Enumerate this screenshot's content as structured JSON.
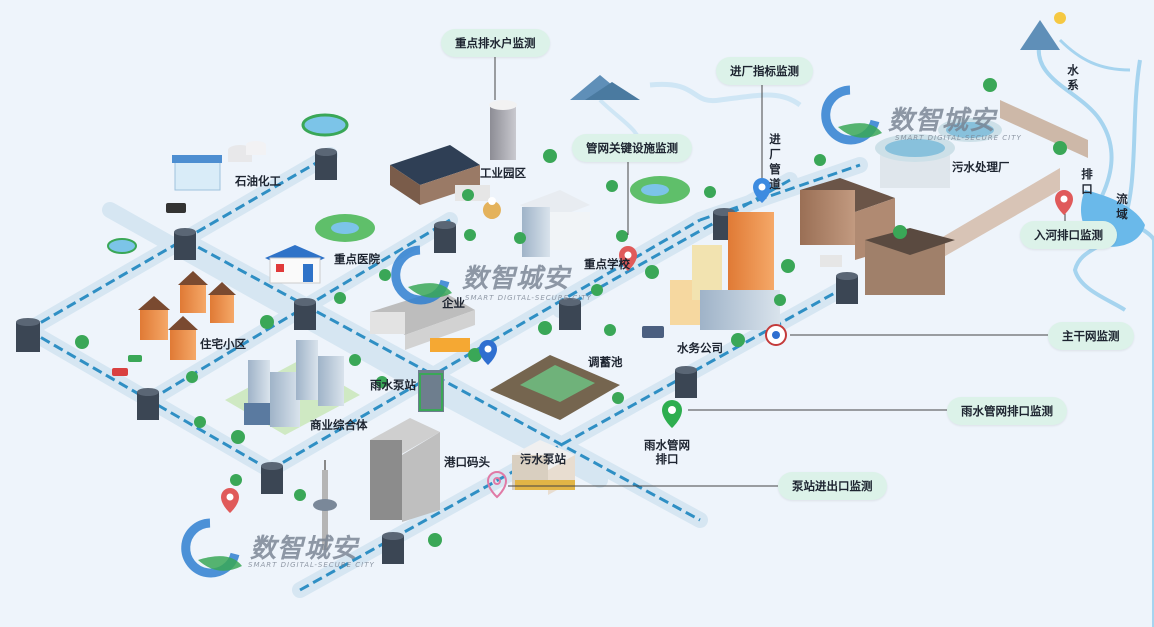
{
  "labels": {
    "petrochem": "石油化工",
    "industrial_park": "工业园区",
    "hospital": "重点医院",
    "residential": "住宅小区",
    "key_school": "重点学校",
    "enterprise": "企业",
    "rain_pump": "雨水泵站",
    "commercial": "商业综合体",
    "storage_tank": "调蓄池",
    "water_company": "水务公司",
    "rain_outlet": "雨水管网排口",
    "port": "港口码头",
    "sewage_pump": "污水泵站",
    "sewage_plant": "污水处理厂",
    "inlet_pipe": "进厂管道",
    "water_system": "水系",
    "outfall": "排口",
    "basin": "流域"
  },
  "callouts": {
    "key_discharger": "重点排水户监测",
    "pipe_facility": "管网关键设施监测",
    "inlet_index": "进厂指标监测",
    "river_outfall": "入河排口监测",
    "trunk_network": "主干网监测",
    "rain_outlet_mon": "雨水管网排口监测",
    "pump_io": "泵站进出口监测"
  },
  "watermark": {
    "title": "数智城安",
    "subtitle": "SMART DIGITAL-SECURE CITY"
  },
  "colors": {
    "road": "#d6e6f2",
    "pipe": "#2f8fc4",
    "tree": "#3aa757",
    "pill": "#dcf2e9",
    "pin_red": "#e05a5a",
    "pin_blue": "#2f7fe0",
    "pin_green": "#2eae4f",
    "pin_pink": "#e07aa6"
  }
}
